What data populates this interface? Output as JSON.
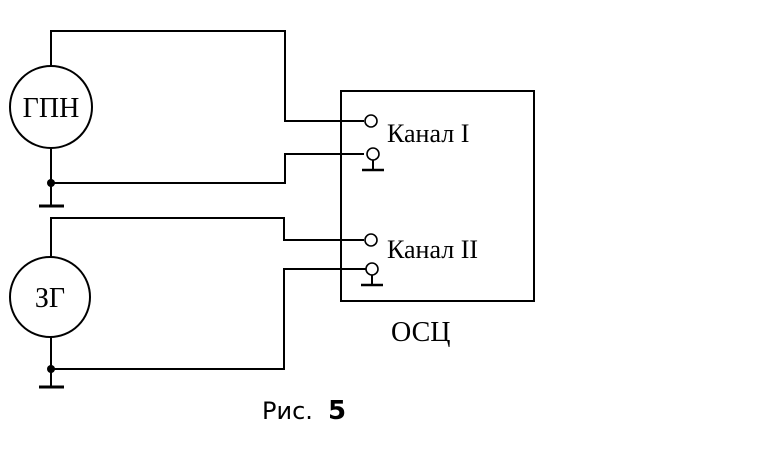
{
  "diagram": {
    "source_top_label": "ГПН",
    "source_bottom_label": "ЗГ",
    "channel1_label": "Канал I",
    "channel2_label": "Канал II",
    "device_label": "ОСЦ",
    "caption_prefix": "Рис.",
    "caption_number": "5"
  }
}
